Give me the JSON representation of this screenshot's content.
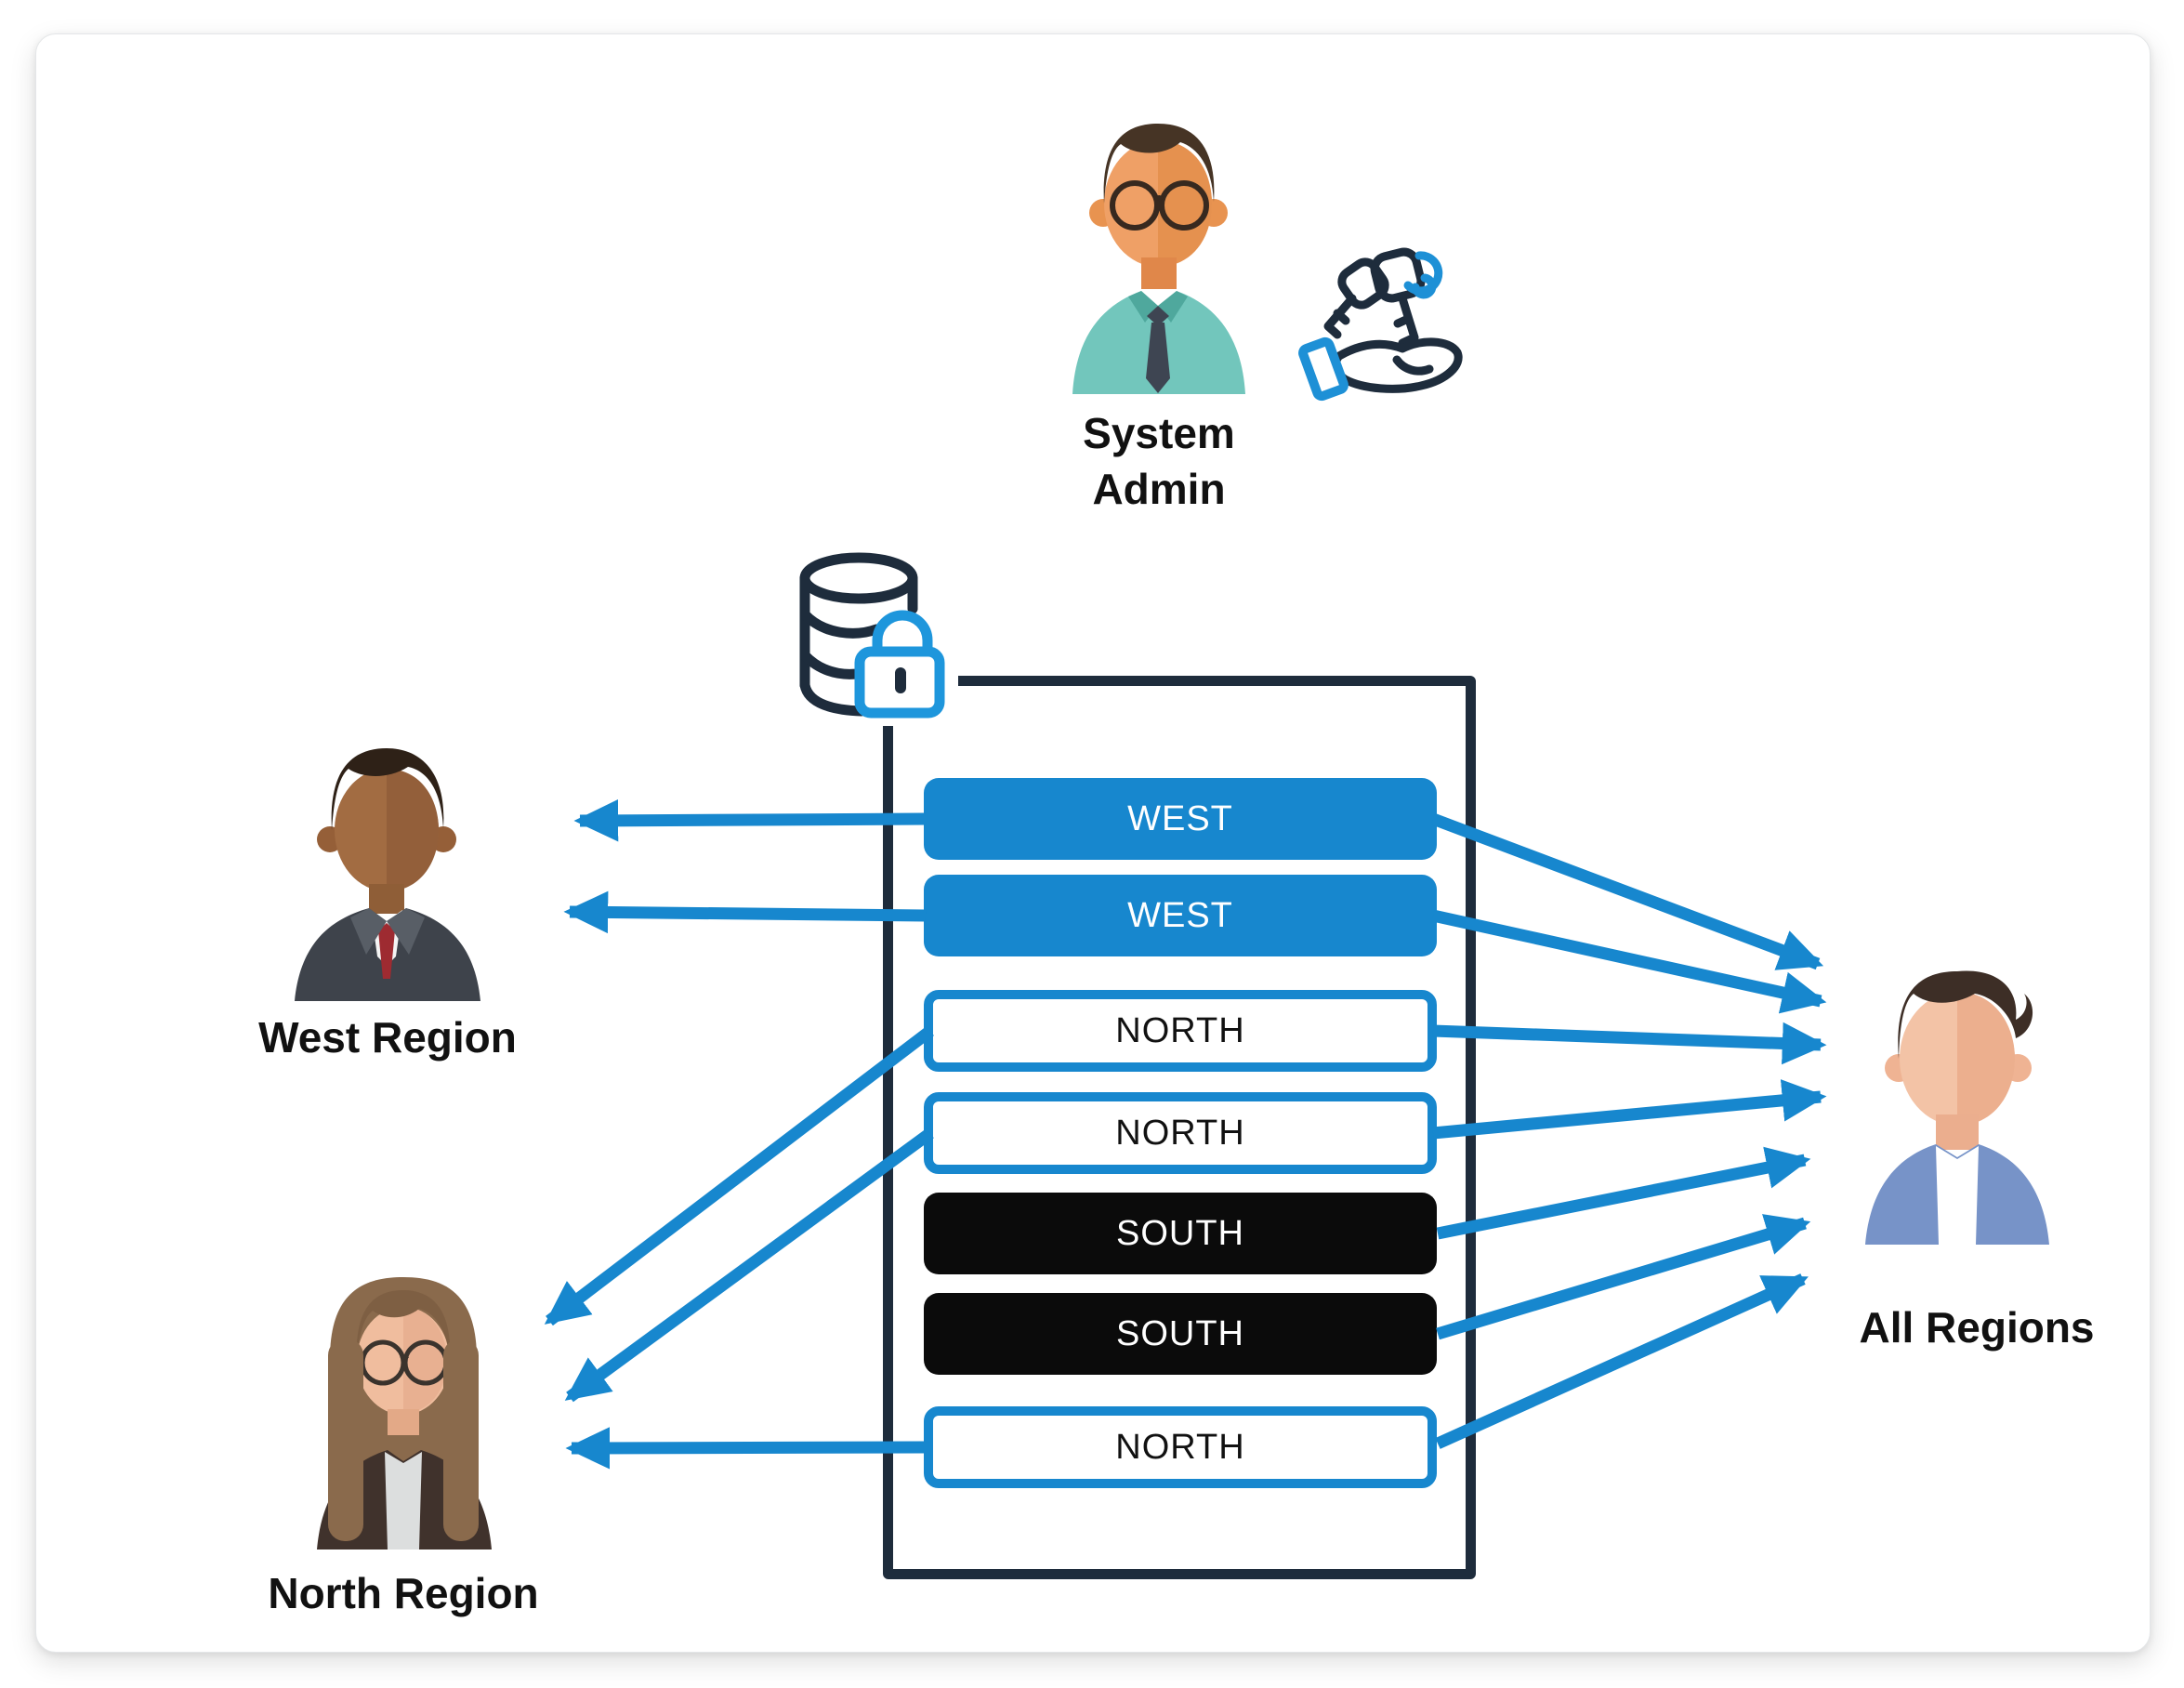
{
  "colors": {
    "accent_blue": "#1787CE",
    "lock_blue": "#1E96DC",
    "dark_navy": "#1E2C3C",
    "row_black": "#0B0B0B",
    "text_black": "#111111"
  },
  "admin": {
    "label_line1": "System",
    "label_line2": "Admin",
    "avatar": "admin-avatar",
    "icon": "keys-in-hand-icon"
  },
  "secure_store": {
    "icon": "database-lock-icon"
  },
  "permission_rows": [
    {
      "label": "WEST",
      "variant": "solid-blue"
    },
    {
      "label": "WEST",
      "variant": "solid-blue"
    },
    {
      "label": "NORTH",
      "variant": "outline-blue"
    },
    {
      "label": "NORTH",
      "variant": "outline-blue"
    },
    {
      "label": "SOUTH",
      "variant": "solid-black"
    },
    {
      "label": "SOUTH",
      "variant": "solid-black"
    },
    {
      "label": "NORTH",
      "variant": "outline-blue"
    }
  ],
  "actors": {
    "west": {
      "label": "West Region"
    },
    "north": {
      "label": "North Region"
    },
    "all": {
      "label": "All Regions"
    }
  },
  "connections": [
    {
      "from": "row-west-1",
      "to": "west-region"
    },
    {
      "from": "row-west-2",
      "to": "west-region"
    },
    {
      "from": "row-north-1",
      "to": "north-region"
    },
    {
      "from": "row-north-2",
      "to": "north-region"
    },
    {
      "from": "row-north-3",
      "to": "north-region"
    },
    {
      "from": "row-west-1",
      "to": "all-regions"
    },
    {
      "from": "row-west-2",
      "to": "all-regions"
    },
    {
      "from": "row-north-1",
      "to": "all-regions"
    },
    {
      "from": "row-north-2",
      "to": "all-regions"
    },
    {
      "from": "row-south-1",
      "to": "all-regions"
    },
    {
      "from": "row-south-2",
      "to": "all-regions"
    },
    {
      "from": "row-north-3",
      "to": "all-regions"
    }
  ]
}
